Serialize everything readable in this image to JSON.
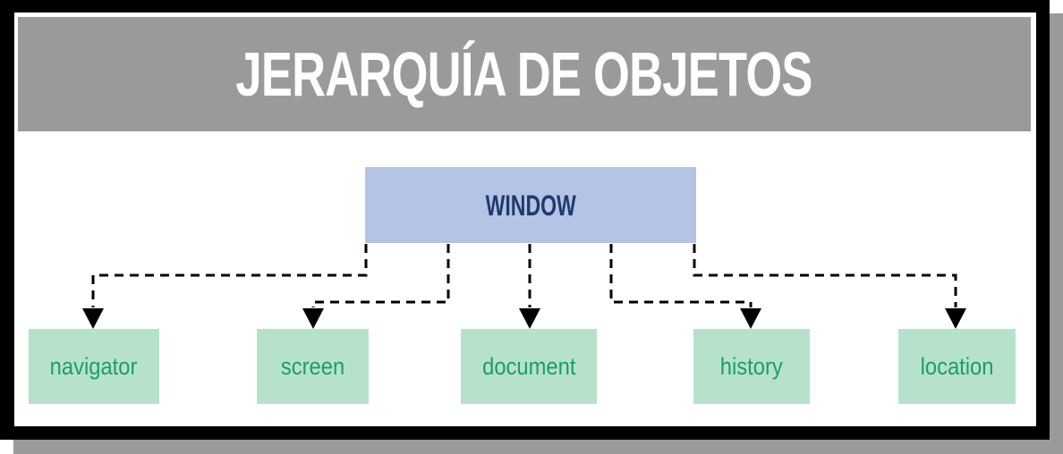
{
  "header": {
    "title": "JERARQUÍA DE OBJETOS"
  },
  "diagram": {
    "root": {
      "label": "WINDOW"
    },
    "children": [
      {
        "label": "navigator"
      },
      {
        "label": "screen"
      },
      {
        "label": "document"
      },
      {
        "label": "history"
      },
      {
        "label": "location"
      }
    ]
  },
  "colors": {
    "frame": "#000000",
    "shadow": "#9c999a",
    "banner_bg": "#9c999a",
    "banner_text": "#ffffff",
    "root_box_bg": "#b5c4e4",
    "root_box_text": "#1f3a6f",
    "child_box_bg": "#b6e2cb",
    "child_box_text": "#1e9d68",
    "connector": "#000000"
  }
}
